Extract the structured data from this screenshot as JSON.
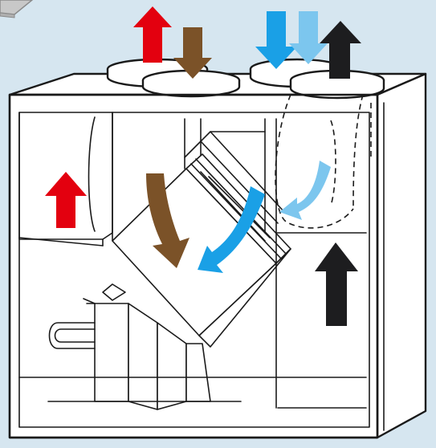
{
  "colors": {
    "background": "#d6e6f0",
    "outline": "#1a1a1a",
    "housing": "#ffffff",
    "extract_air": "#7b5228",
    "supply_air": "#e3000f",
    "outdoor_air": "#1aa0e6",
    "outdoor_air_light": "#7cc6ee",
    "exhaust_air": "#1d1d1f"
  },
  "diagram": {
    "subject": "ventilation-unit-with-heat-exchanger",
    "flows": [
      {
        "id": "supply-air-out",
        "color_key": "supply_air",
        "direction": "up"
      },
      {
        "id": "extract-air-in",
        "color_key": "extract_air",
        "direction": "down"
      },
      {
        "id": "outdoor-air-in",
        "color_key": "outdoor_air",
        "direction": "down"
      },
      {
        "id": "outdoor-air-in-light",
        "color_key": "outdoor_air_light",
        "direction": "down"
      },
      {
        "id": "exhaust-air-out",
        "color_key": "exhaust_air",
        "direction": "up"
      }
    ]
  }
}
